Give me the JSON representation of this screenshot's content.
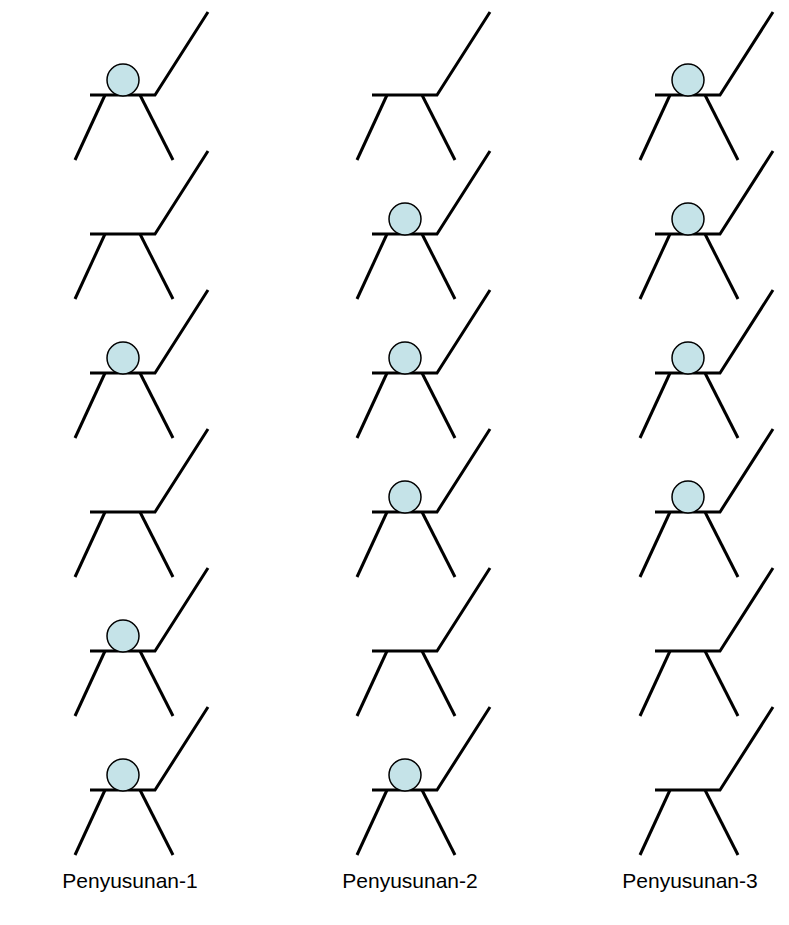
{
  "diagram": {
    "labels": [
      "Penyusunan-1",
      "Penyusunan-2",
      "Penyusunan-3"
    ]
  }
}
